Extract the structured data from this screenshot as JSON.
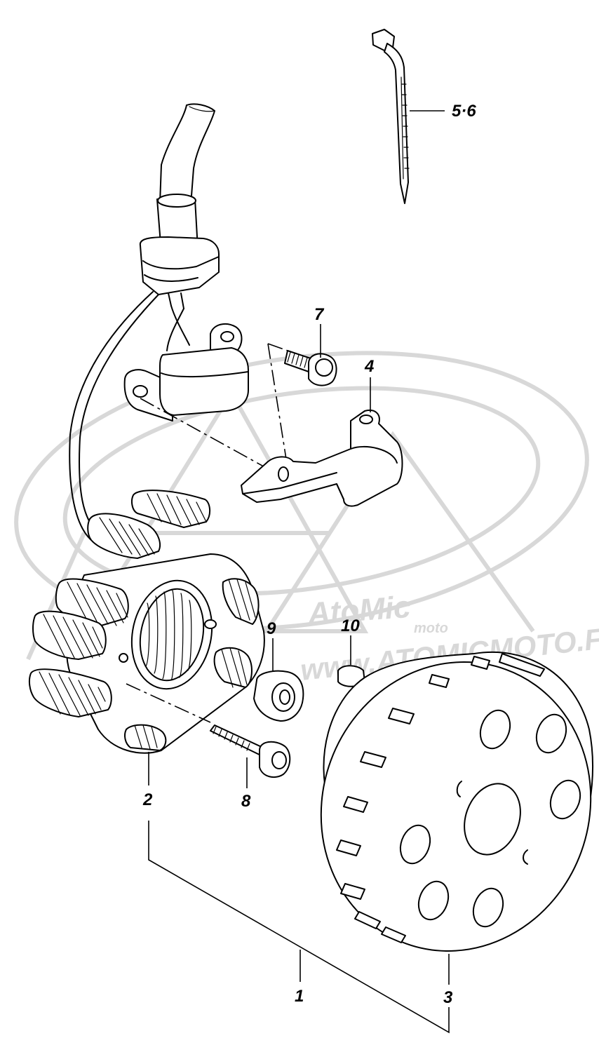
{
  "watermark": {
    "brand": "AtoMic",
    "brand_sub": "moto",
    "site": "www.ATOMICMOTO.FR",
    "color": "#d8d8d8"
  },
  "callouts": [
    {
      "id": "1",
      "label": "1"
    },
    {
      "id": "2",
      "label": "2"
    },
    {
      "id": "3",
      "label": "3"
    },
    {
      "id": "4",
      "label": "4"
    },
    {
      "id": "5-6",
      "label": "5·6"
    },
    {
      "id": "7",
      "label": "7"
    },
    {
      "id": "8",
      "label": "8"
    },
    {
      "id": "9",
      "label": "9"
    },
    {
      "id": "10",
      "label": "10"
    }
  ]
}
